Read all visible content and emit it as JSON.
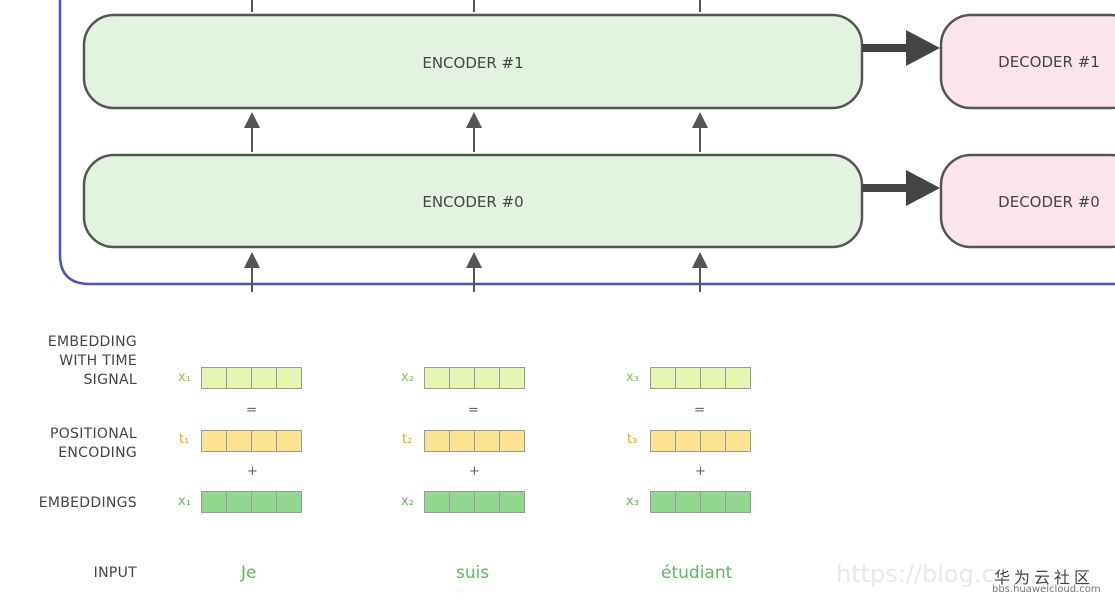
{
  "encoders": [
    {
      "label": "ENCODER #1"
    },
    {
      "label": "ENCODER #0"
    }
  ],
  "decoders": [
    {
      "label": "DECODER #1"
    },
    {
      "label": "DECODER #0"
    }
  ],
  "row_labels": {
    "embedding_time": [
      "EMBEDDING",
      "WITH TIME",
      "SIGNAL"
    ],
    "positional": [
      "POSITIONAL",
      "ENCODING"
    ],
    "embeddings": "EMBEDDINGS",
    "input": "INPUT"
  },
  "columns": [
    {
      "x_sum": "x₁",
      "t": "t₁",
      "x": "x₁",
      "word": "Je"
    },
    {
      "x_sum": "x₂",
      "t": "t₂",
      "x": "x₂",
      "word": "suis"
    },
    {
      "x_sum": "x₃",
      "t": "t₃",
      "x": "x₃",
      "word": "étudiant"
    }
  ],
  "operators": {
    "equals": "=",
    "plus": "+"
  },
  "colors": {
    "encoder_fill": "#e2f4df",
    "decoder_fill": "#fce4ef",
    "embedding_time_fill": "#e6f5b0",
    "positional_fill": "#fbe38f",
    "embedding_fill": "#8fd88e",
    "frame": "#4a55b8"
  },
  "watermark": {
    "url": "https://blog.c",
    "brand": "华为云社区",
    "site": "bbs.huaweicloud.com"
  }
}
